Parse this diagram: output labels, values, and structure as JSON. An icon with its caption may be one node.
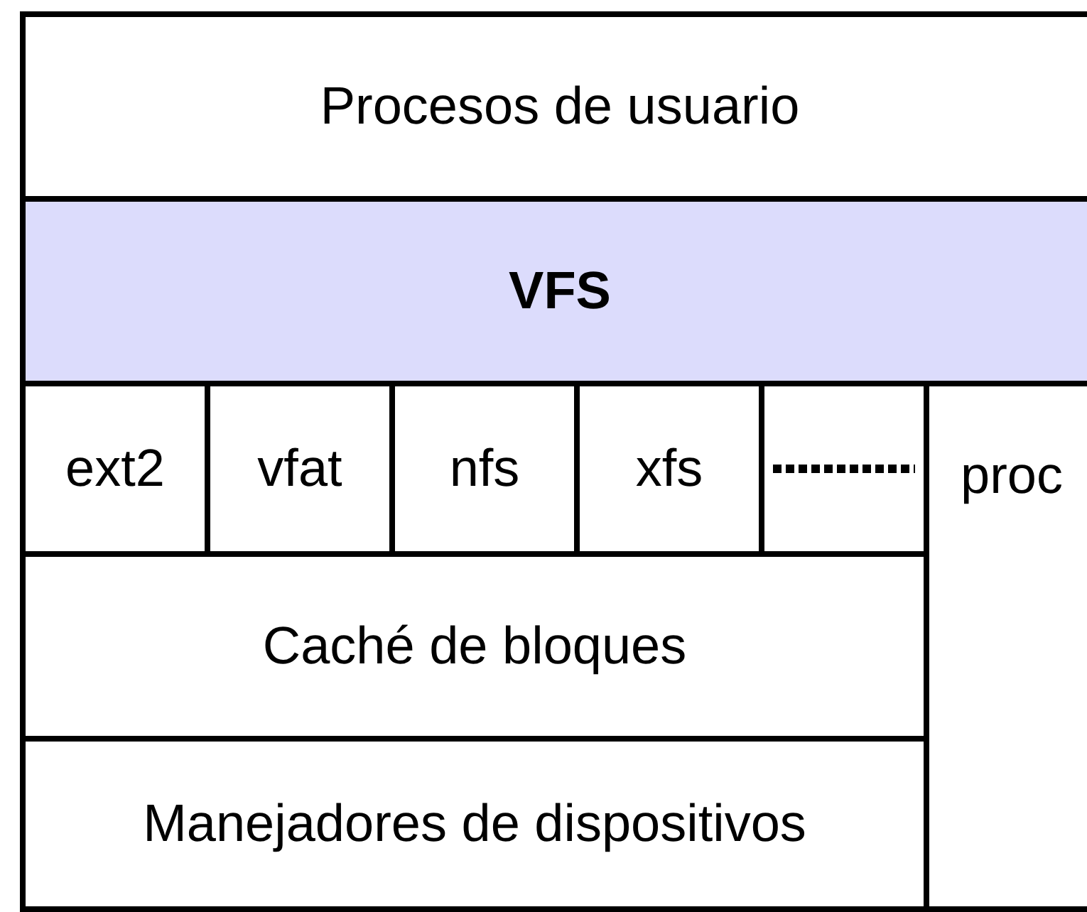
{
  "diagram": {
    "nodes": [
      {
        "text": [
          "Procesos de usuario"
        ]
      },
      {
        "text": [
          "VFS"
        ]
      },
      {
        "text": [
          "ext2"
        ]
      },
      {
        "text": [
          "vfat"
        ]
      },
      {
        "text": [
          "nfs"
        ]
      },
      {
        "text": [
          "xfs"
        ]
      },
      {
        "text": [],
        "shape": "box"
      },
      {
        "text": [
          "proc"
        ]
      },
      {
        "text": [
          "Caché de bloques"
        ]
      },
      {
        "text": [
          "Manejadores de dispositivos"
        ]
      }
    ]
  }
}
